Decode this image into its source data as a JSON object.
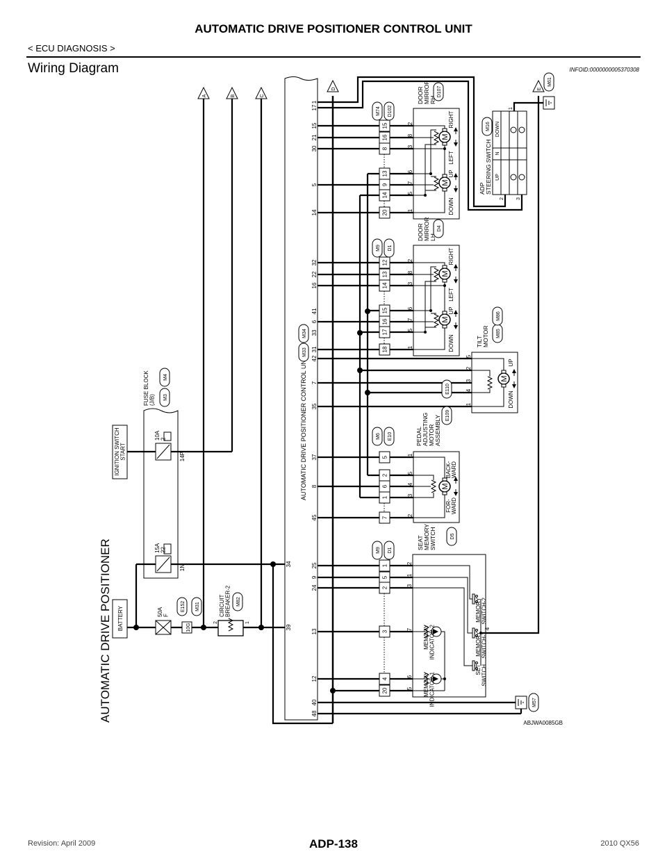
{
  "header": {
    "title": "AUTOMATIC DRIVE POSITIONER CONTROL UNIT",
    "section": "< ECU DIAGNOSIS >",
    "heading": "Wiring Diagram",
    "infoid": "INFOID:0000000005370308"
  },
  "footer": {
    "revision": "Revision: April 2009",
    "page": "ADP-138",
    "model": "2010 QX56"
  },
  "diagram": {
    "title": "AUTOMATIC DRIVE POSITIONER",
    "code": "ABJWA0085GB",
    "motor_symbol": "M",
    "refs": [
      "A",
      "B",
      "C",
      "D",
      "E"
    ],
    "unit": {
      "label": "AUTOMATIC DRIVE POSITIONER CONTROL UNIT",
      "conn": [
        "M33",
        "M34"
      ],
      "pins_right": [
        "1",
        "17",
        "15",
        "21",
        "30",
        "5",
        "14",
        "32",
        "22",
        "16",
        "41",
        "6",
        "33",
        "31",
        "42",
        "7",
        "35",
        "37",
        "8",
        "45",
        "25",
        "9",
        "24",
        "13",
        "12",
        "40",
        "48"
      ],
      "pins_left": [
        "34",
        "39"
      ]
    },
    "battery": "BATTERY",
    "ignition": [
      "IGNITION SWITCH",
      "START"
    ],
    "fuse_block": {
      "label": [
        "FUSE BLOCK",
        "(J/B)"
      ],
      "conn": [
        "M3",
        "M4"
      ],
      "fuse1": [
        "10A",
        "2"
      ],
      "fuse1_term": "14P",
      "fuse2": [
        "15A",
        "22"
      ],
      "fuse2_term": "1N"
    },
    "fusible_link": [
      "50A",
      "F"
    ],
    "fl_conn": [
      "E152",
      "M31"
    ],
    "fl_term": "10G",
    "breaker": {
      "label": [
        "CIRCUIT",
        "BREAKER-2"
      ],
      "conn": "M82",
      "pins": [
        "2",
        "1"
      ]
    },
    "grounds": [
      "M57",
      "M61"
    ],
    "mirror_rh": {
      "label": [
        "DOOR",
        "MIRROR",
        "RH"
      ],
      "conn": "D107",
      "harness": [
        "M74",
        "D102"
      ],
      "conn_pins": [
        "15",
        "16",
        "8",
        "13",
        "9",
        "14",
        "20"
      ],
      "comp_pins": [
        "2",
        "8",
        "3",
        "6",
        "7",
        "5",
        "1"
      ],
      "dirs": [
        "RIGHT",
        "LEFT",
        "UP",
        "DOWN"
      ]
    },
    "mirror_lh": {
      "label": [
        "DOOR",
        "MIRROR",
        "LH"
      ],
      "conn": "D4",
      "harness": [
        "M9",
        "D1"
      ],
      "conn_pins": [
        "12",
        "13",
        "14",
        "15",
        "16",
        "17",
        "18"
      ],
      "comp_pins": [
        "2",
        "8",
        "3",
        "6",
        "7",
        "5",
        "1"
      ],
      "dirs": [
        "RIGHT",
        "LEFT",
        "UP",
        "DOWN"
      ]
    },
    "tilt": {
      "label": [
        "TILT",
        "MOTOR"
      ],
      "conn": [
        "M85",
        "M86"
      ],
      "comp_pins": [
        "5",
        "2",
        "3",
        "4",
        "1"
      ],
      "dirs": [
        "UP",
        "DOWN"
      ]
    },
    "pedal": {
      "label": [
        "PEDAL",
        "ADJUSTING",
        "MOTOR",
        "ASSEMBLY"
      ],
      "conn": [
        "E109",
        "E110"
      ],
      "harness": [
        "M6",
        "E10"
      ],
      "conn_pins": [
        "5",
        "2",
        "6",
        "1",
        "7"
      ],
      "comp_pins": [
        "1",
        "5",
        "4",
        "3",
        "2"
      ],
      "dirs": [
        "BACK-",
        "WARD",
        "FOR-",
        "WARD"
      ]
    },
    "seat": {
      "label": [
        "SEAT",
        "MEMORY",
        "SWITCH"
      ],
      "conn": "D5",
      "harness": [
        "M9",
        "D1"
      ],
      "conn_pins": [
        "1",
        "5",
        "2",
        "3",
        "4",
        "20"
      ],
      "comp_pins": [
        "2",
        "1",
        "3",
        "7",
        "6",
        "5",
        "4"
      ],
      "parts": {
        "ind1": [
          "MEMORY",
          "INDICATOR-1"
        ],
        "ind2": [
          "MEMORY",
          "INDICATOR-2"
        ],
        "set": [
          "SET",
          "SWITCH"
        ],
        "sw1": [
          "MEMORY",
          "SWITCH-1"
        ],
        "sw2": [
          "MEMORY",
          "SWITCH-2"
        ]
      }
    },
    "steering": {
      "label": [
        "ADP",
        "STEERING SWITCH"
      ],
      "conn": "M16",
      "cols": [
        "UP",
        "N",
        "DOWN"
      ],
      "pins": [
        "1",
        "2",
        "3"
      ]
    }
  }
}
